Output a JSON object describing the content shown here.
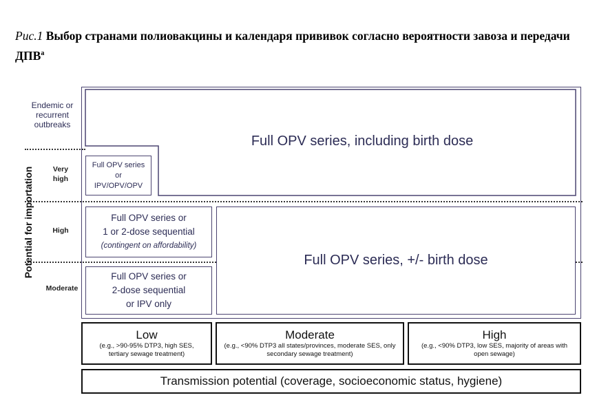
{
  "caption": {
    "prefix": "Рис.1",
    "text": "Выбор странами полиовакцины и календаря прививок согласно вероятности завоза и передачи ДПВ",
    "superscript": "a"
  },
  "y_axis": {
    "title": "Potential for importation",
    "levels": [
      "Endemic or recurrent outbreaks",
      "Very high",
      "High",
      "Moderate"
    ]
  },
  "regions": {
    "full_birth": "Full OPV series, including birth dose",
    "very_high_small_line1": "Full OPV series",
    "very_high_small_line2": "or",
    "very_high_small_line3": "IPV/OPV/OPV",
    "high_small_line1": "Full OPV series or",
    "high_small_line2": "1 or 2-dose sequential",
    "high_small_line3": "(contingent on affordability)",
    "moderate_small_line1": "Full OPV series or",
    "moderate_small_line2": "2-dose sequential",
    "moderate_small_line3": "or IPV only",
    "full_pm": "Full OPV series, +/- birth dose"
  },
  "x_axis": {
    "title": "Transmission potential (coverage, socioeconomic status, hygiene)",
    "levels": [
      {
        "label": "Low",
        "note": "(e.g., >90-95% DTP3, high SES, tertiary sewage treatment)"
      },
      {
        "label": "Moderate",
        "note": "(e.g., <90% DTP3 all states/provinces, moderate SES, only secondary sewage treatment)"
      },
      {
        "label": "High",
        "note": "(e.g., <90% DTP3, low SES, majority of areas with open sewage)"
      }
    ]
  }
}
